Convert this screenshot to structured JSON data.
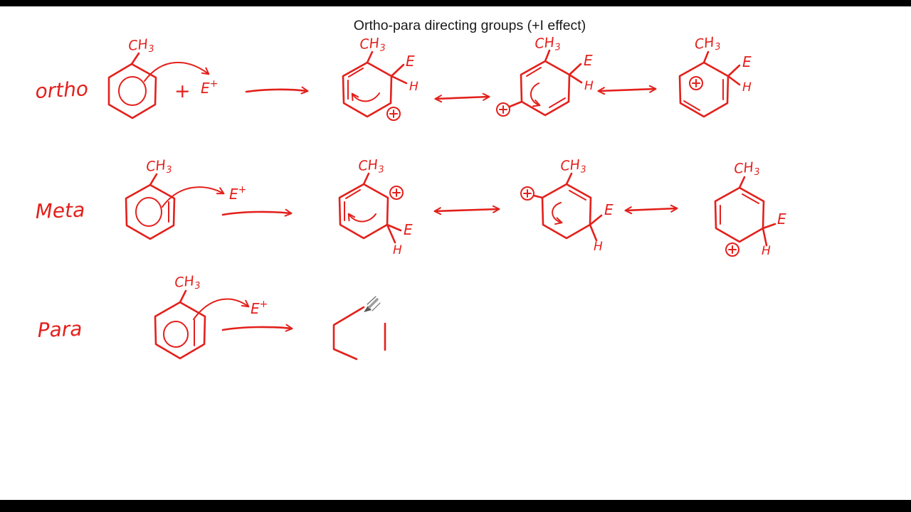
{
  "title": "Ortho-para directing groups (+I effect)",
  "rows": {
    "ortho": {
      "label": "ortho"
    },
    "meta": {
      "label": "Meta"
    },
    "para": {
      "label": "Para"
    }
  },
  "labels": {
    "methyl": "CH",
    "methyl_sub": "3",
    "electrophile": "E",
    "superscript_plus": "+",
    "plus": "+",
    "hydrogen": "H"
  },
  "colors": {
    "ink_red": "#e3201b",
    "title_black": "#1a1a1a",
    "background": "#ffffff",
    "letterbox": "#000000"
  }
}
